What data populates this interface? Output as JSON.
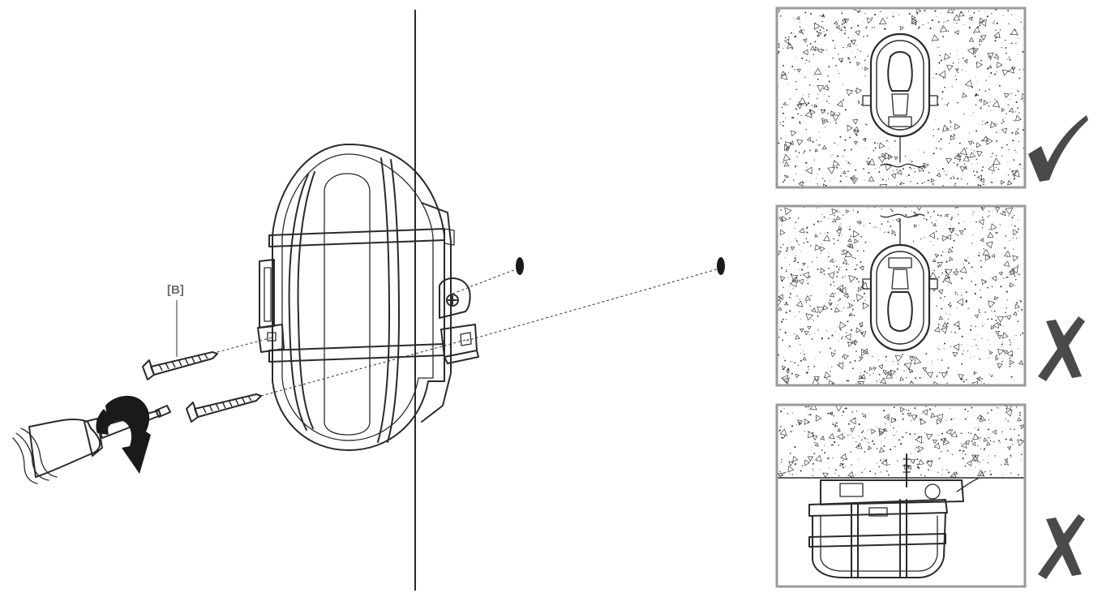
{
  "callouts": {
    "screw_label": "[B]"
  },
  "panels": [
    {
      "orientation": "base-down",
      "verdict": "correct",
      "verdict_icon": "checkmark-icon"
    },
    {
      "orientation": "base-up",
      "verdict": "incorrect",
      "verdict_icon": "cross-icon"
    },
    {
      "orientation": "ceiling",
      "verdict": "incorrect",
      "verdict_icon": "cross-icon"
    }
  ],
  "colors": {
    "line": "#2a2a2a",
    "frame": "#9a9a9a",
    "verdict_mark": "#4a4a4a"
  }
}
